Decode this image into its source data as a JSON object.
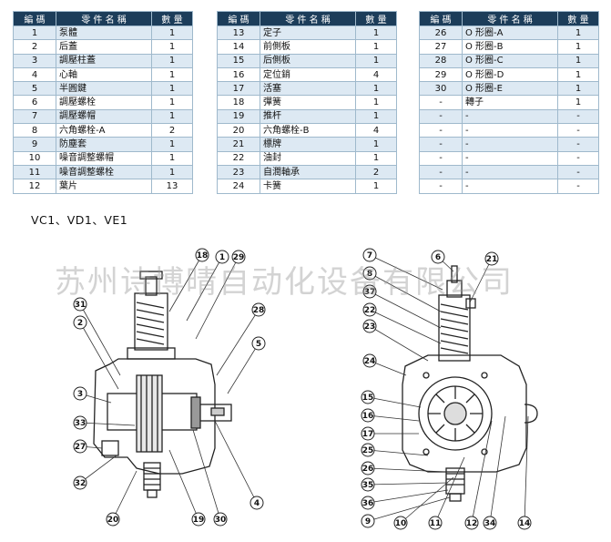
{
  "tables": {
    "headers": [
      "編 碼",
      "零 件 名 稱",
      "數 量"
    ],
    "table1": [
      [
        "1",
        "泵體",
        "1"
      ],
      [
        "2",
        "后蓋",
        "1"
      ],
      [
        "3",
        "調壓柱蓋",
        "1"
      ],
      [
        "4",
        "心軸",
        "1"
      ],
      [
        "5",
        "半圓鍵",
        "1"
      ],
      [
        "6",
        "調壓螺栓",
        "1"
      ],
      [
        "7",
        "調壓螺帽",
        "1"
      ],
      [
        "8",
        "六角螺栓-A",
        "2"
      ],
      [
        "9",
        "防塵套",
        "1"
      ],
      [
        "10",
        "噪音調整螺帽",
        "1"
      ],
      [
        "11",
        "噪音調整螺栓",
        "1"
      ],
      [
        "12",
        "葉片",
        "13"
      ]
    ],
    "table2": [
      [
        "13",
        "定子",
        "1"
      ],
      [
        "14",
        "前側板",
        "1"
      ],
      [
        "15",
        "后側板",
        "1"
      ],
      [
        "16",
        "定位銷",
        "4"
      ],
      [
        "17",
        "活塞",
        "1"
      ],
      [
        "18",
        "彈簧",
        "1"
      ],
      [
        "19",
        "推杆",
        "1"
      ],
      [
        "20",
        "六角螺栓-B",
        "4"
      ],
      [
        "21",
        "標牌",
        "1"
      ],
      [
        "22",
        "油封",
        "1"
      ],
      [
        "23",
        "自潤軸承",
        "2"
      ],
      [
        "24",
        "卡簧",
        "1"
      ]
    ],
    "table3": [
      [
        "26",
        "O 形圈-A",
        "1"
      ],
      [
        "27",
        "O 形圈-B",
        "1"
      ],
      [
        "28",
        "O 形圈-C",
        "1"
      ],
      [
        "29",
        "O 形圈-D",
        "1"
      ],
      [
        "30",
        "O 形圈-E",
        "1"
      ],
      [
        "-",
        "轉子",
        "1"
      ],
      [
        "-",
        "-",
        "-"
      ],
      [
        "-",
        "-",
        "-"
      ],
      [
        "-",
        "-",
        "-"
      ],
      [
        "-",
        "-",
        "-"
      ],
      [
        "-",
        "-",
        "-"
      ],
      [
        "-",
        "-",
        "-"
      ]
    ]
  },
  "model_label": "VC1、VD1、VE1",
  "watermark": "苏州诗博晴自动化设备有限公司",
  "left_callouts": [
    "18",
    "1",
    "29",
    "31",
    "2",
    "28",
    "5",
    "3",
    "33",
    "27",
    "32",
    "20",
    "19",
    "30",
    "4"
  ],
  "right_callouts": [
    "7",
    "6",
    "21",
    "8",
    "37",
    "22",
    "23",
    "24",
    "15",
    "16",
    "17",
    "25",
    "26",
    "35",
    "36",
    "9",
    "10",
    "11",
    "12",
    "34",
    "14"
  ]
}
